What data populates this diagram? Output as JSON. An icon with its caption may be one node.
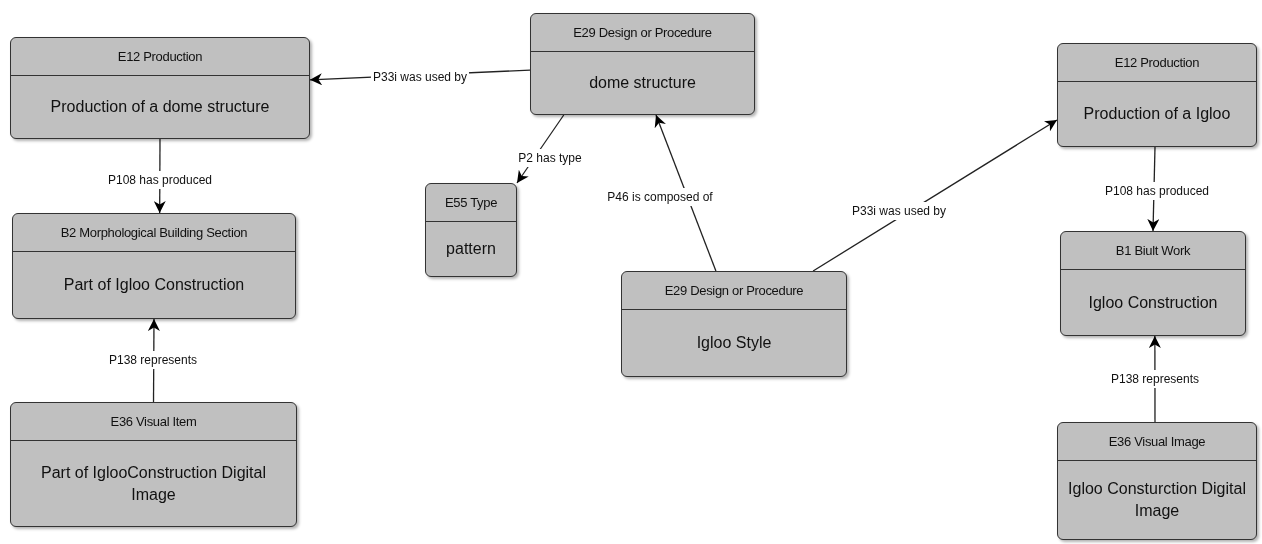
{
  "diagram": {
    "nodes": [
      {
        "text": [
          "E12 Production",
          "Production of a dome structure"
        ]
      },
      {
        "text": [
          "E29 Design or Procedure",
          "dome structure"
        ]
      },
      {
        "text": [
          "E12 Production",
          "Production of a Igloo"
        ]
      },
      {
        "text": [
          "E55 Type",
          "pattern"
        ]
      },
      {
        "text": [
          "B2 Morphological Building Section",
          "Part of Igloo Construction"
        ]
      },
      {
        "text": [
          "E29 Design or Procedure",
          "Igloo Style"
        ]
      },
      {
        "text": [
          "B1 Biult Work",
          "Igloo Construction"
        ]
      },
      {
        "text": [
          "E36 Visual Item",
          "Part of IglooConstruction Digital Image"
        ]
      },
      {
        "text": [
          "E36 Visual Image",
          "Igloo Consturction Digital Image"
        ]
      }
    ],
    "edges": [
      {
        "from": 1,
        "to": 0,
        "arrow": "to",
        "label": "P33i was used by"
      },
      {
        "from": 1,
        "to": 3,
        "arrow": "to",
        "label": "P2 has type"
      },
      {
        "from": 5,
        "to": 1,
        "arrow": "to",
        "label": "P46 is composed of"
      },
      {
        "from": 5,
        "to": 2,
        "arrow": "to",
        "label": "P33i was used by"
      },
      {
        "from": 0,
        "to": 4,
        "arrow": "to",
        "label": "P108 has produced"
      },
      {
        "from": 2,
        "to": 6,
        "arrow": "to",
        "label": "P108 has produced"
      },
      {
        "from": 7,
        "to": 4,
        "arrow": "to",
        "label": "P138 represents"
      },
      {
        "from": 8,
        "to": 6,
        "arrow": "to",
        "label": "P138 represents"
      }
    ]
  }
}
